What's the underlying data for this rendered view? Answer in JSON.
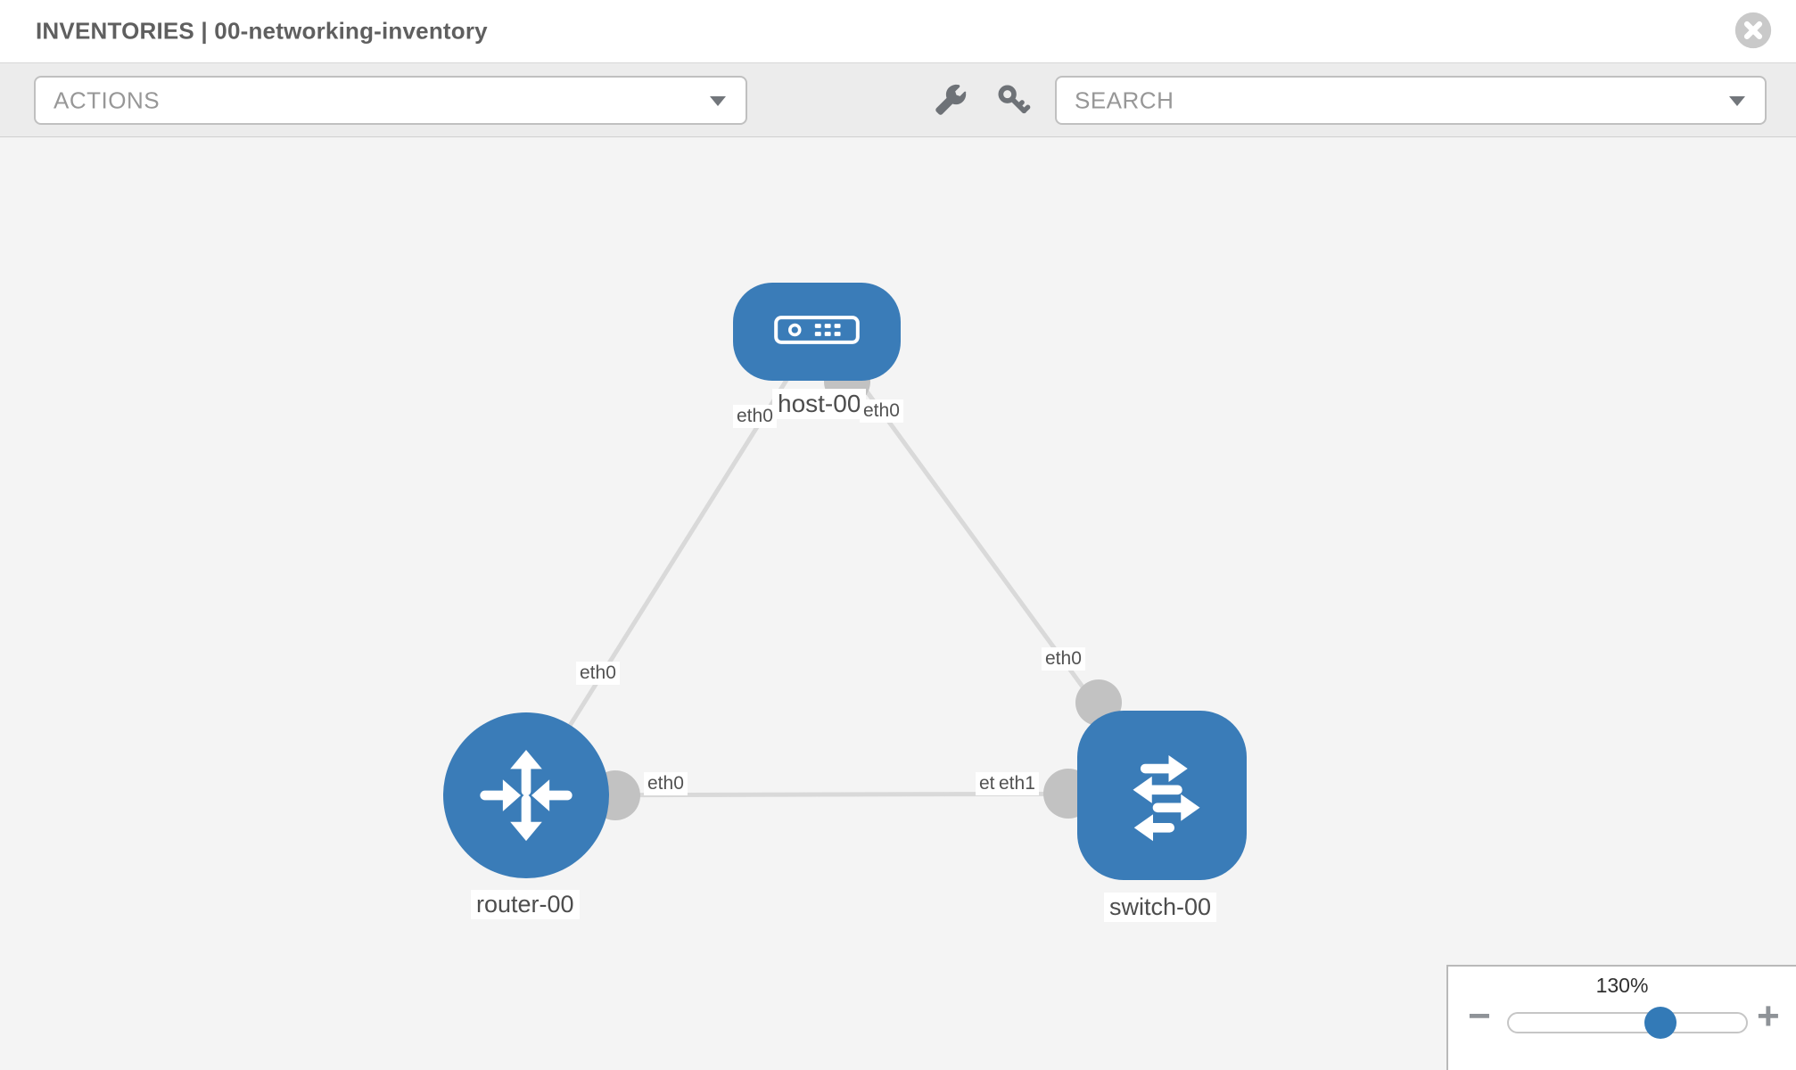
{
  "header": {
    "title": "INVENTORIES | 00-networking-inventory"
  },
  "toolbar": {
    "actions": {
      "label": "ACTIONS"
    },
    "search": {
      "label": "SEARCH"
    },
    "icons": {
      "wrench": "wrench-icon",
      "key": "key-icon"
    }
  },
  "colors": {
    "node_blue": "#3a7cb8",
    "handle_blue": "#337ab7",
    "link": "#d9d9d9",
    "port": "#c2c2c2",
    "canvas_bg": "#f4f4f4"
  },
  "graph": {
    "nodes": [
      {
        "id": "host-00",
        "type": "host",
        "label": "host-00"
      },
      {
        "id": "router-00",
        "type": "router",
        "label": "router-00"
      },
      {
        "id": "switch-00",
        "type": "switch",
        "label": "switch-00"
      }
    ],
    "links": [
      {
        "from": "router-00",
        "from_if": "eth0",
        "to": "host-00",
        "to_if": "eth0"
      },
      {
        "from": "host-00",
        "from_if": "eth0",
        "to": "switch-00",
        "to_if": "eth0"
      },
      {
        "from": "router-00",
        "from_if": "eth0",
        "to": "switch-00",
        "to_if": "eth1",
        "to_if_overlapped": "eth0"
      }
    ]
  },
  "zoom_control": {
    "level": "130%",
    "minus_label": "−",
    "plus_label": "+"
  }
}
